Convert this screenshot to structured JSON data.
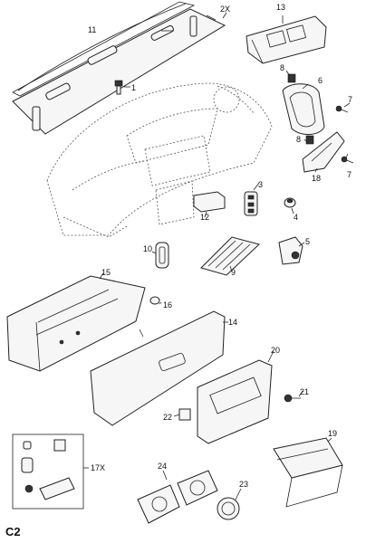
{
  "page_label": "C2",
  "callouts": [
    {
      "id": "callout-11",
      "text": "11"
    },
    {
      "id": "callout-2x",
      "text": "2X"
    },
    {
      "id": "callout-13",
      "text": "13"
    },
    {
      "id": "callout-1",
      "text": "1"
    },
    {
      "id": "callout-8a",
      "text": "8"
    },
    {
      "id": "callout-6",
      "text": "6"
    },
    {
      "id": "callout-7a",
      "text": "7"
    },
    {
      "id": "callout-8b",
      "text": "8"
    },
    {
      "id": "callout-7b",
      "text": "7"
    },
    {
      "id": "callout-18",
      "text": "18"
    },
    {
      "id": "callout-3",
      "text": "3"
    },
    {
      "id": "callout-12",
      "text": "12"
    },
    {
      "id": "callout-4",
      "text": "4"
    },
    {
      "id": "callout-5",
      "text": "5"
    },
    {
      "id": "callout-10",
      "text": "10"
    },
    {
      "id": "callout-9",
      "text": "9"
    },
    {
      "id": "callout-15",
      "text": "15"
    },
    {
      "id": "callout-16",
      "text": "16"
    },
    {
      "id": "callout-14",
      "text": "14"
    },
    {
      "id": "callout-20",
      "text": "20"
    },
    {
      "id": "callout-21",
      "text": "21"
    },
    {
      "id": "callout-22",
      "text": "22"
    },
    {
      "id": "callout-17x",
      "text": "17X"
    },
    {
      "id": "callout-19",
      "text": "19"
    },
    {
      "id": "callout-24",
      "text": "24"
    },
    {
      "id": "callout-23",
      "text": "23"
    }
  ]
}
